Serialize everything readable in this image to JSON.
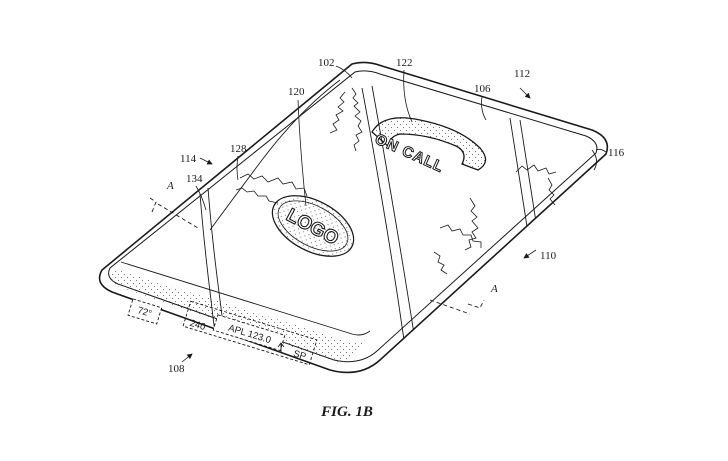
{
  "figure": {
    "caption": "FIG. 1B"
  },
  "reference_numerals": {
    "r102": "102",
    "r106": "106",
    "r108": "108",
    "r110": "110",
    "r112": "112",
    "r114": "114",
    "r116": "116",
    "r120": "120",
    "r122": "122",
    "r128": "128",
    "r134": "134"
  },
  "section_markers": {
    "left": "A",
    "right": "A"
  },
  "screen_content": {
    "logo": "LOGO",
    "call_status": "ON CALL",
    "temperature": "72°",
    "stock_ticker": "APL 123.0",
    "ticker_suffix": "SP",
    "ticker_ref": "240"
  }
}
